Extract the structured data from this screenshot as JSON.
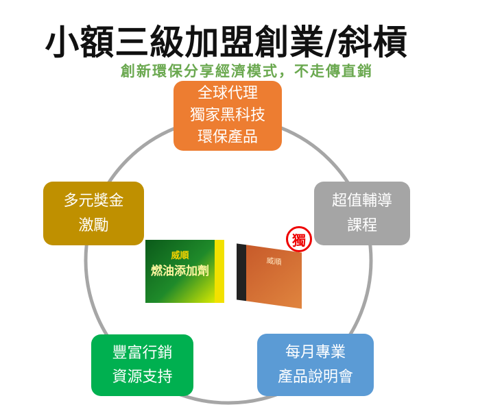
{
  "title": "小額三級加盟創業/斜槓",
  "subtitle": "創新環保分享經濟模式，不走傳直銷",
  "nodes": {
    "top": {
      "lines": [
        "全球代理",
        "獨家黑科技",
        "環保產品"
      ],
      "color": "#ed7d31"
    },
    "left": {
      "lines": [
        "多元獎金",
        "激勵"
      ],
      "color": "#bf9000"
    },
    "right": {
      "lines": [
        "超值輔導",
        "課程"
      ],
      "color": "#a5a5a5"
    },
    "bottom_left": {
      "lines": [
        "豐富行銷",
        "資源支持"
      ],
      "color": "#00b050"
    },
    "bottom_right": {
      "lines": [
        "每月專業",
        "產品說明會"
      ],
      "color": "#5b9bd5"
    }
  },
  "products": {
    "green_box": {
      "brand": "威順",
      "name": "燃油添加劑"
    },
    "red_box": {
      "brand": "威順"
    },
    "exclusive_badge": "獨"
  },
  "ring_color": "#a6a6a6"
}
